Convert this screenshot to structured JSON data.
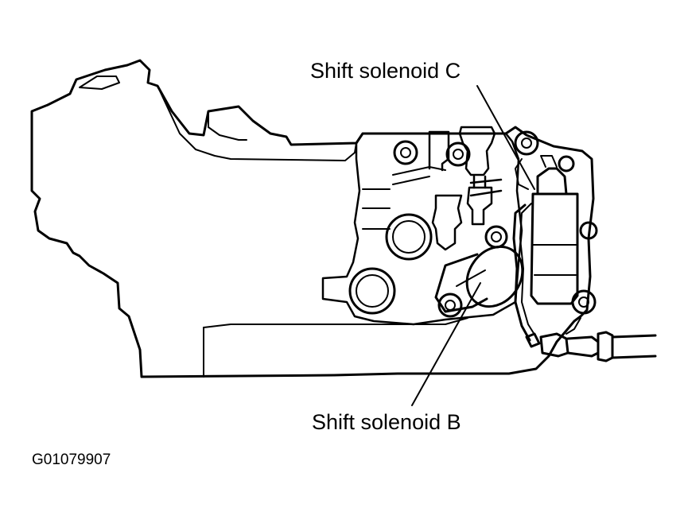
{
  "labels": {
    "solenoid_c": "Shift solenoid C",
    "solenoid_b": "Shift solenoid B"
  },
  "figure_id": "G01079907",
  "colors": {
    "line": "#000000",
    "background": "#ffffff"
  }
}
